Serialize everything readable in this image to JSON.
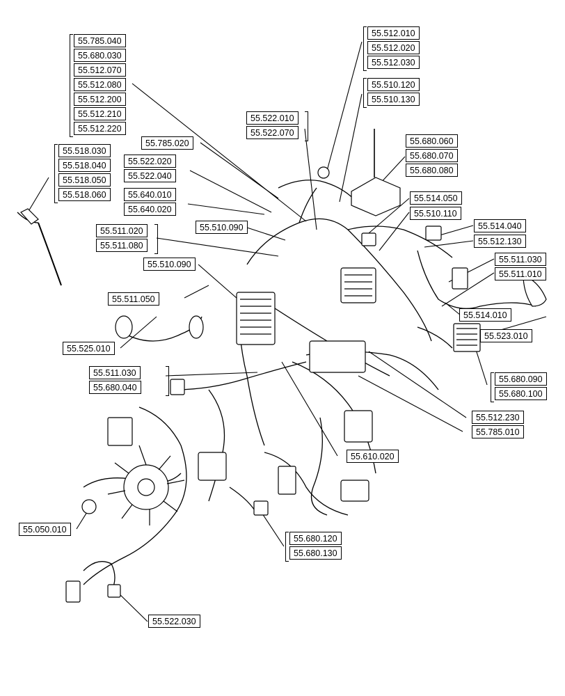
{
  "labels": {
    "grp_top_left": [
      "55.785.040",
      "55.680.030",
      "55.512.070",
      "55.512.080",
      "55.512.200",
      "55.512.210",
      "55.512.220"
    ],
    "grp_top_right_a": [
      "55.512.010",
      "55.512.020",
      "55.512.030"
    ],
    "grp_top_right_b": [
      "55.510.120",
      "55.510.130"
    ],
    "grp_mid_a": [
      "55.522.010",
      "55.522.070"
    ],
    "grp_left_wiper": [
      "55.518.030",
      "55.518.040",
      "55.518.050",
      "55.518.060"
    ],
    "l_785_020": "55.785.020",
    "grp_522": [
      "55.522.020",
      "55.522.040"
    ],
    "grp_640": [
      "55.640.010",
      "55.640.020"
    ],
    "grp_right_680": [
      "55.680.060",
      "55.680.070",
      "55.680.080"
    ],
    "l_514_050": "55.514.050",
    "l_510_110": "55.510.110",
    "l_510_090a": "55.510.090",
    "grp_511a": [
      "55.511.020",
      "55.511.080"
    ],
    "l_514_040": "55.514.040",
    "l_512_130": "55.512.130",
    "l_510_090b": "55.510.090",
    "l_511_030a": "55.511.030",
    "l_511_010": "55.511.010",
    "l_511_050": "55.511.050",
    "l_514_010": "55.514.010",
    "l_523_010": "55.523.010",
    "l_525_010": "55.525.010",
    "grp_511_680": [
      "55.511.030",
      "55.680.040"
    ],
    "grp_680_090": [
      "55.680.090",
      "55.680.100"
    ],
    "l_512_230": "55.512.230",
    "l_785_010": "55.785.010",
    "l_610_020": "55.610.020",
    "l_050_010": "55.050.010",
    "grp_680_120": [
      "55.680.120",
      "55.680.130"
    ],
    "l_522_030": "55.522.030"
  }
}
